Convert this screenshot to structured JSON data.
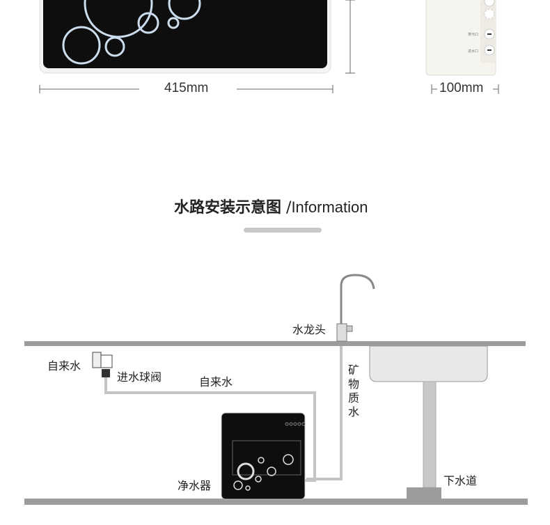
{
  "dimensions": {
    "width_label": "415mm",
    "depth_label": "100mm"
  },
  "side_labels": [
    "排污口",
    "进水口"
  ],
  "section": {
    "title_cn": "水路安装示意图",
    "separator": "/",
    "title_en": "Information"
  },
  "diagram": {
    "faucet": "水龙头",
    "tap_water_left": "自来水",
    "ball_valve": "进水球阀",
    "tap_water_pipe": "自来水",
    "mineral_water": [
      "矿",
      "物",
      "质",
      "水"
    ],
    "purifier": "净水器",
    "drain": "下水道"
  },
  "colors": {
    "panel": "#111111",
    "pipe": "#bdbdbd",
    "counter": "#999999",
    "accent_bar": "#c8c8c8"
  }
}
